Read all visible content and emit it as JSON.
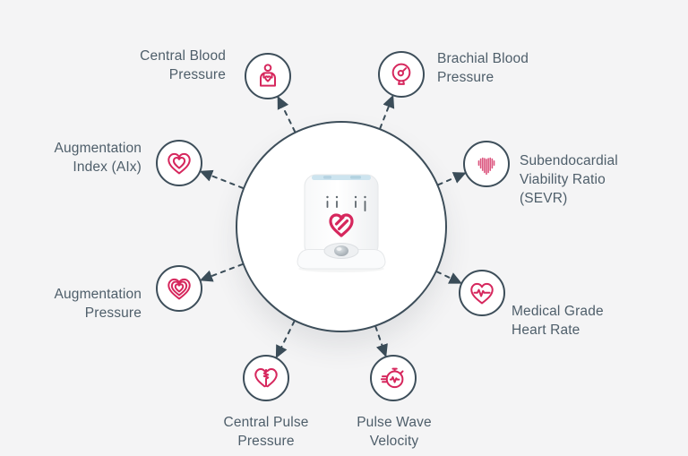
{
  "page": {
    "background_color": "#f4f4f5"
  },
  "colors": {
    "accent_pink": "#d6275d",
    "stripe_pink": "#dc567f",
    "outline_slate": "#3d4e5a",
    "label_text": "#4e5e6a",
    "device_top_strip": "#cde4ef"
  },
  "hub": {
    "image": "blood-pressure-device-image",
    "logo_icon": "heart-lines-logo"
  },
  "nodes": [
    {
      "id": "central-blood-pressure",
      "label": "Central Blood\nPressure",
      "icon": "person-heart-icon"
    },
    {
      "id": "brachial-blood-pressure",
      "label": "Brachial Blood\nPressure",
      "icon": "pressure-gauge-icon"
    },
    {
      "id": "augmentation-index",
      "label": "Augmentation\nIndex (AIx)",
      "icon": "double-heart-icon"
    },
    {
      "id": "subendocardial-viability-ratio",
      "label": "Subendocardial\nViability Ratio\n(SEVR)",
      "icon": "striped-heart-icon"
    },
    {
      "id": "augmentation-pressure",
      "label": "Augmentation\nPressure",
      "icon": "concentric-heart-icon"
    },
    {
      "id": "medical-grade-heart-rate",
      "label": "Medical Grade\nHeart Rate",
      "icon": "heart-pulse-icon"
    },
    {
      "id": "central-pulse-pressure",
      "label": "Central Pulse\nPressure",
      "icon": "split-heart-pulse-icon"
    },
    {
      "id": "pulse-wave-velocity",
      "label": "Pulse Wave\nVelocity",
      "icon": "stopwatch-pulse-icon"
    }
  ]
}
